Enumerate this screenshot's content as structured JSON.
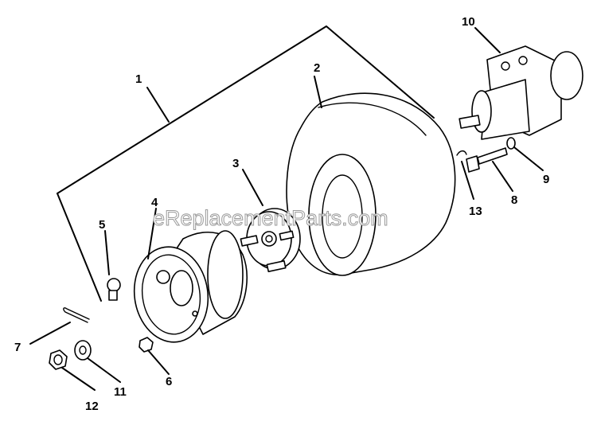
{
  "watermark": "eReplacementParts.com",
  "callouts": {
    "c1": "1",
    "c2": "2",
    "c3": "3",
    "c4": "4",
    "c5": "5",
    "c6": "6",
    "c7": "7",
    "c8": "8",
    "c9": "9",
    "c10": "10",
    "c11": "11",
    "c12": "12",
    "c13": "13"
  }
}
